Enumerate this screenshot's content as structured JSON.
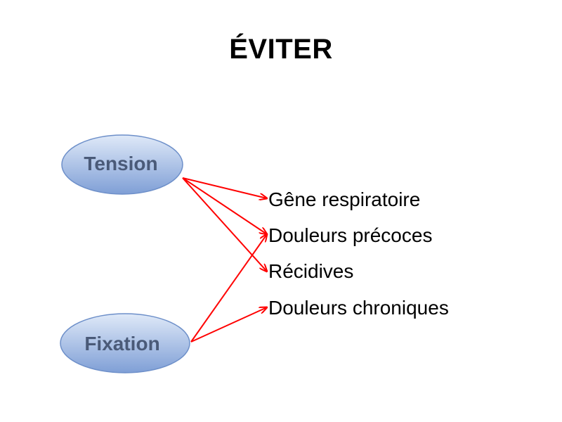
{
  "title": "ÉVITER",
  "colors": {
    "ellipse_fill_top": "#dfe9f8",
    "ellipse_fill_bottom": "#7f9fd6",
    "ellipse_stroke": "#6d8fc9",
    "node_text": "#4a5a78",
    "arrow": "#ff0000",
    "outcome_text": "#000000"
  },
  "causes": [
    {
      "id": "tension",
      "label": "Tension"
    },
    {
      "id": "fixation",
      "label": "Fixation"
    }
  ],
  "outcomes": [
    {
      "id": "gene",
      "label": "Gêne respiratoire"
    },
    {
      "id": "douleurs_precoces",
      "label": "Douleurs précoces"
    },
    {
      "id": "recidives",
      "label": "Récidives"
    },
    {
      "id": "douleurs_chroniques",
      "label": "Douleurs chroniques"
    }
  ],
  "links": [
    {
      "from": "tension",
      "to": "gene"
    },
    {
      "from": "tension",
      "to": "douleurs_precoces"
    },
    {
      "from": "tension",
      "to": "recidives"
    },
    {
      "from": "fixation",
      "to": "douleurs_precoces"
    },
    {
      "from": "fixation",
      "to": "douleurs_chroniques"
    }
  ]
}
